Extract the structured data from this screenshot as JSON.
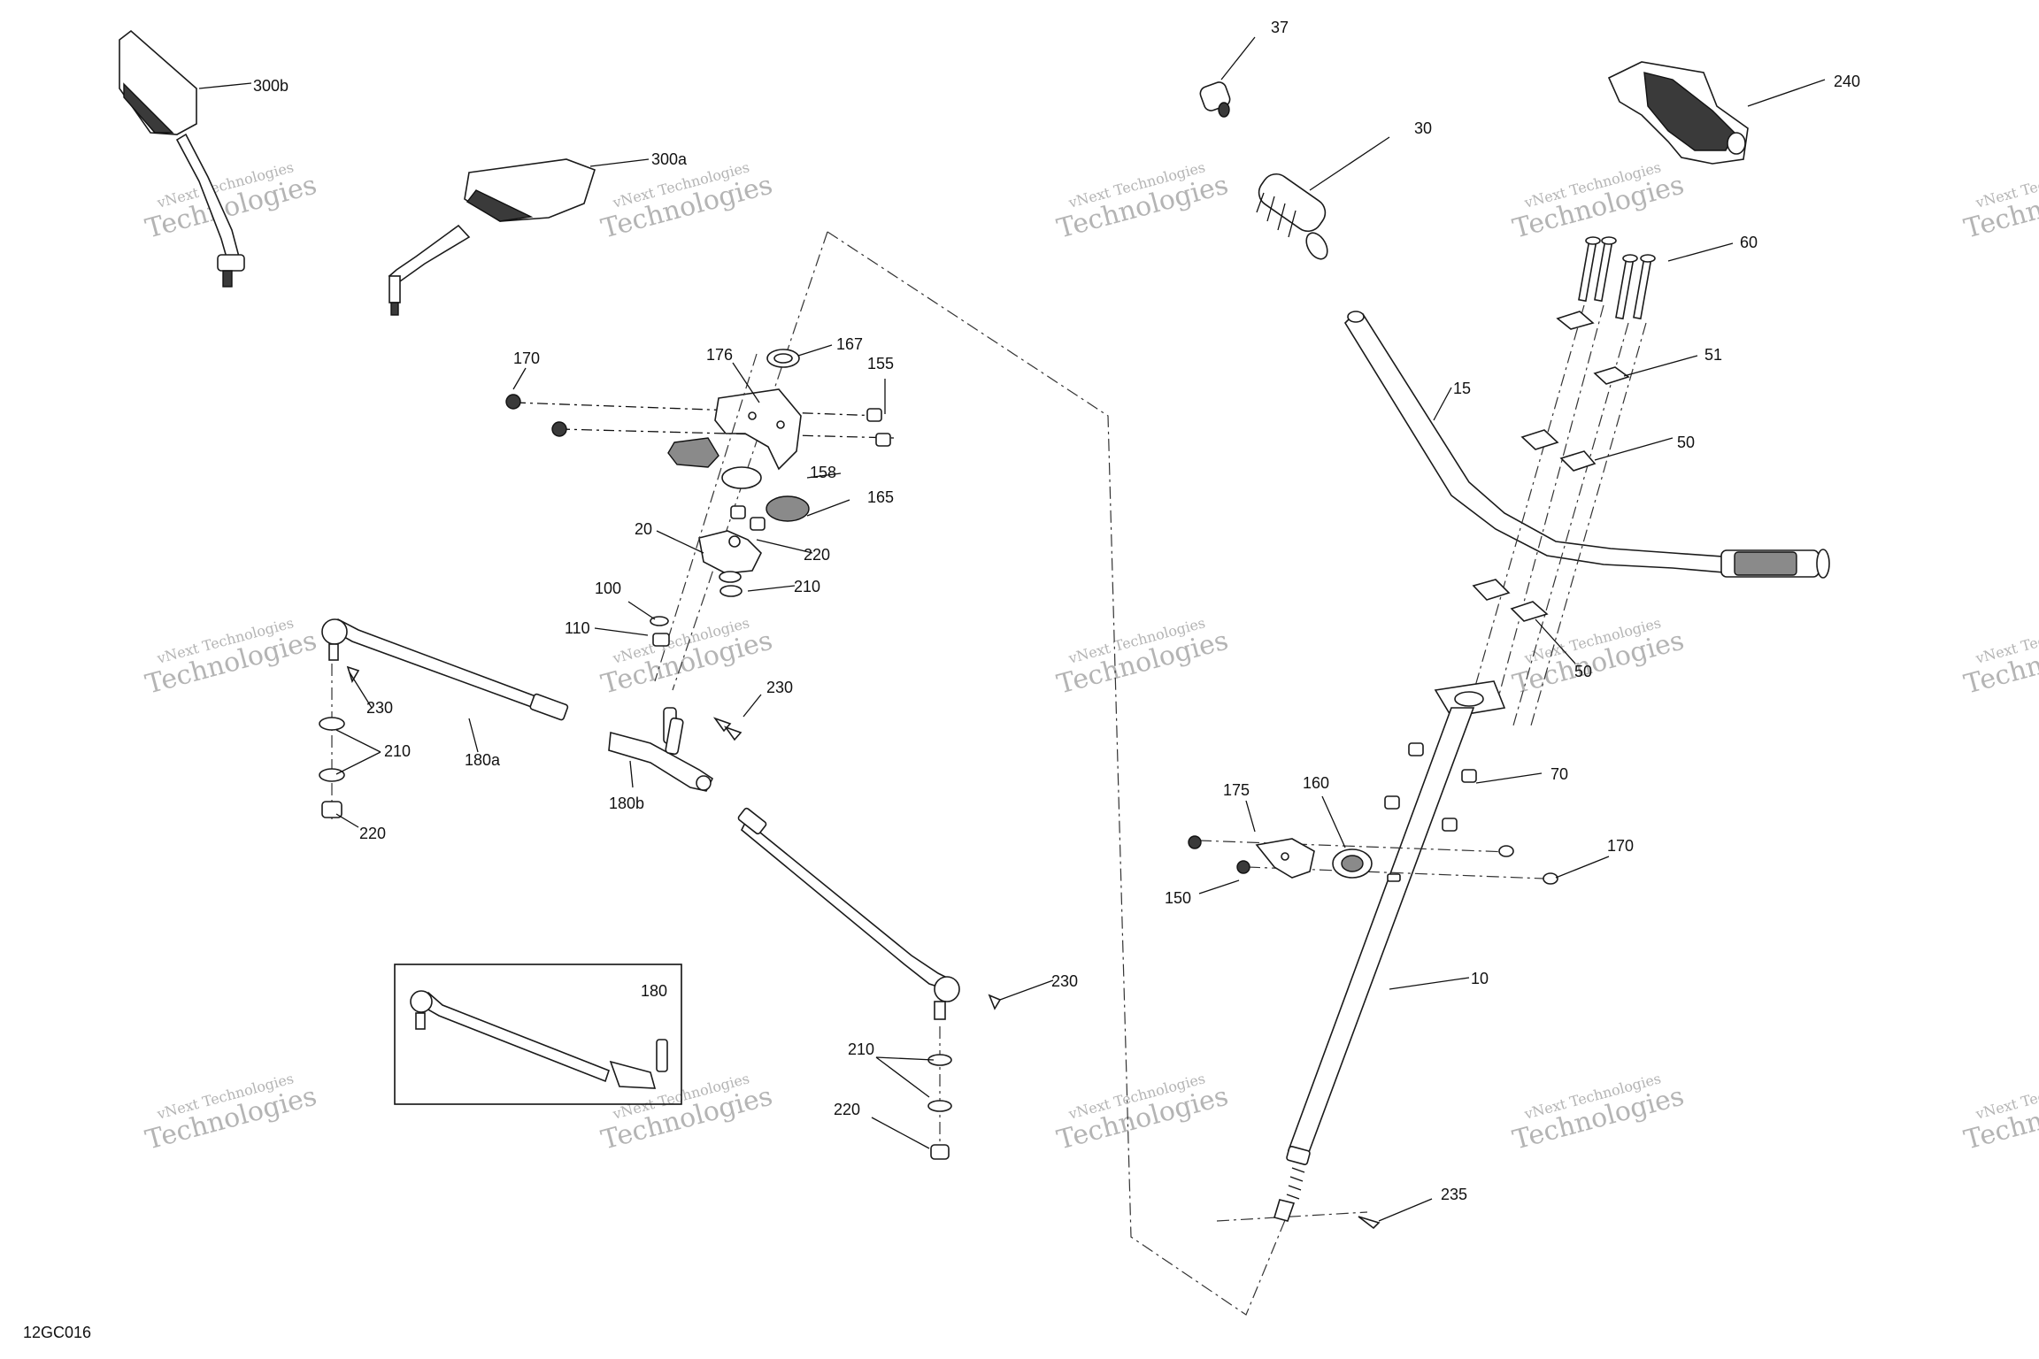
{
  "diagram_code": "12GC016",
  "watermark": {
    "line1": "vNext Technologies",
    "line2": "Technologies",
    "accent": "vNext"
  },
  "inset_label": "180",
  "callouts": {
    "c300b": "300b",
    "c300a": "300a",
    "c170a": "170",
    "c176": "176",
    "c167": "167",
    "c155": "155",
    "c158": "158",
    "c165": "165",
    "c20": "20",
    "c220a": "220",
    "c210a": "210",
    "c100": "100",
    "c110": "110",
    "c230a": "230",
    "c230b": "230",
    "c210b": "210",
    "c180a": "180a",
    "c180b": "180b",
    "c220b": "220",
    "c230c": "230",
    "c210c": "210",
    "c220c": "220",
    "c37": "37",
    "c30": "30",
    "c240": "240",
    "c60": "60",
    "c51": "51",
    "c15": "15",
    "c50a": "50",
    "c50b": "50",
    "c70": "70",
    "c175": "175",
    "c160": "160",
    "c170b": "170",
    "c150": "150",
    "c10": "10",
    "c235": "235"
  },
  "colors": {
    "line": "#1a1a1a",
    "watermark": "#b4b4b4"
  }
}
